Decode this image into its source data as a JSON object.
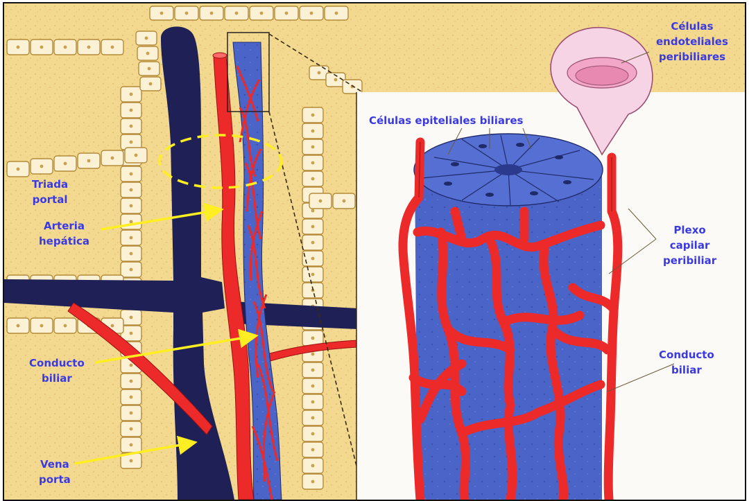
{
  "labels": {
    "triada": [
      "Triada",
      "portal"
    ],
    "arteria": [
      "Arteria",
      "hepática"
    ],
    "conducto_left": [
      "Conducto",
      "biliar"
    ],
    "vena": [
      "Vena",
      "porta"
    ],
    "epiteliales": "Células epiteliales biliares",
    "endoteliales": [
      "Células",
      "endoteliales",
      "peribiliares"
    ],
    "plexo": [
      "Plexo",
      "capilar",
      "peribiliar"
    ],
    "conducto_right": [
      "Conducto",
      "biliar"
    ]
  },
  "colors": {
    "background": "#f3d98f",
    "vein": "#1f2156",
    "artery": "#ec2a2a",
    "duct": "#4a64c8",
    "label_text": "#3a3ae0",
    "arrow": "#ffee22",
    "inset_panel": "#fbfaf6",
    "endothelial_cell": "#f2a6c8"
  }
}
